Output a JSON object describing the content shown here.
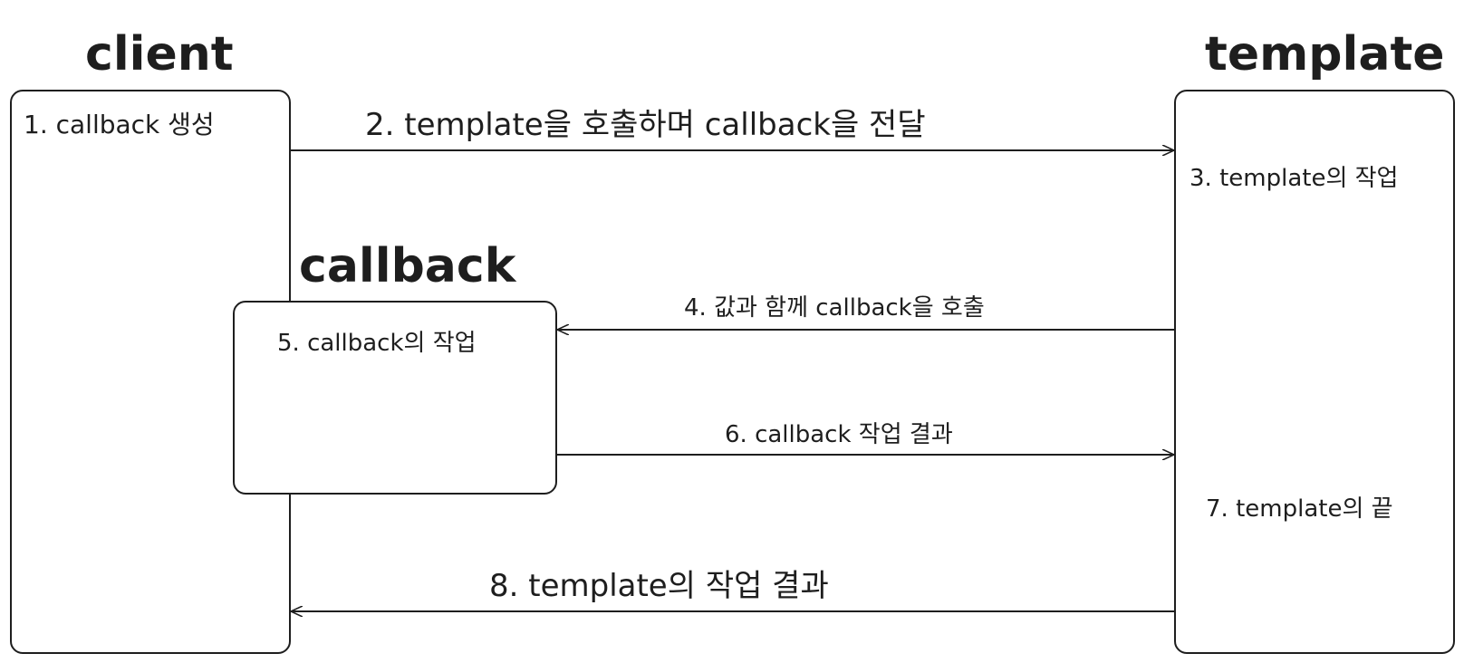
{
  "titles": {
    "client": "client",
    "template": "template",
    "callback": "callback"
  },
  "steps": {
    "s1": "1. callback 생성",
    "s2": "2. template을 호출하며 callback을 전달",
    "s3": "3. template의 작업",
    "s4": "4. 값과 함께 callback을 호출",
    "s5": "5. callback의 작업",
    "s6": "6. callback 작업 결과",
    "s7": "7. template의 끝",
    "s8": "8. template의 작업 결과"
  }
}
